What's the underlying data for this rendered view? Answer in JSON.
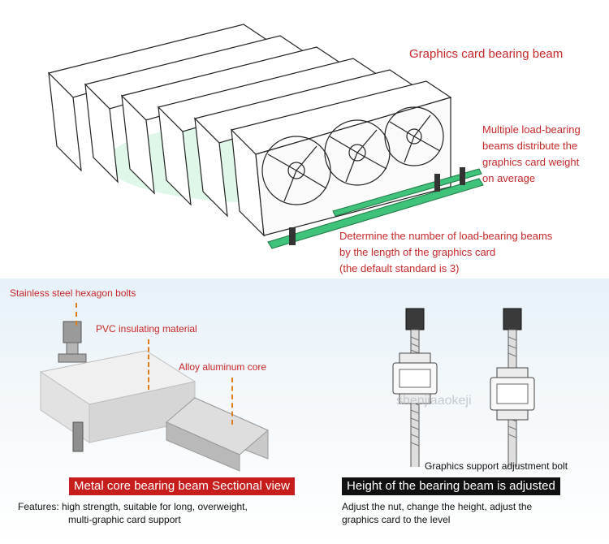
{
  "top": {
    "title": "Graphics card bearing beam",
    "note_multi": [
      "Multiple load-bearing",
      "beams distribute the",
      "graphics card weight",
      "on average"
    ],
    "note_count": [
      "Determine the number of load-bearing beams",
      "by the length of the graphics card",
      "(the default standard is 3)"
    ]
  },
  "section": {
    "label_bolts": "Stainless steel hexagon bolts",
    "label_pvc": "PVC insulating material",
    "label_core": "Alloy aluminum core",
    "banner": "Metal core bearing beam Sectional view",
    "features": [
      "Features: high strength, suitable for long, overweight,",
      "multi-graphic card support"
    ]
  },
  "adjust": {
    "label_bolt": "Graphics support adjustment bolt",
    "banner": "Height of the bearing beam is adjusted",
    "caption": [
      "Adjust the nut, change the height, adjust the",
      "graphics card to the level"
    ],
    "watermark": "shenjiaaokeji"
  },
  "colors": {
    "accent_red": "#c62828",
    "banner_red": "#c81d1d",
    "banner_black": "#111111",
    "dash": "#e07b1a",
    "beam_green": "#2fb36a"
  }
}
